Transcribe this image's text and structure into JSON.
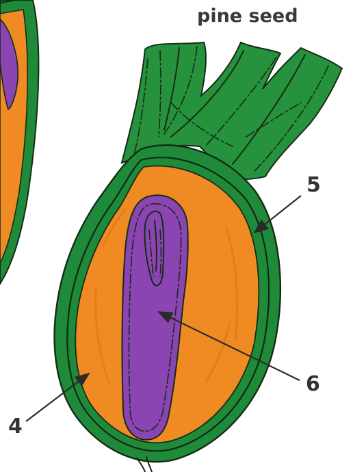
{
  "title": "pine seed",
  "labels": {
    "four": "4",
    "five": "5",
    "six": "6"
  },
  "colors": {
    "seed_coat": "#1f8a3a",
    "wing": "#26923d",
    "endosperm": "#ef8b22",
    "embryo": "#8a45b2",
    "outline": "#152b16",
    "text": "#333333"
  }
}
